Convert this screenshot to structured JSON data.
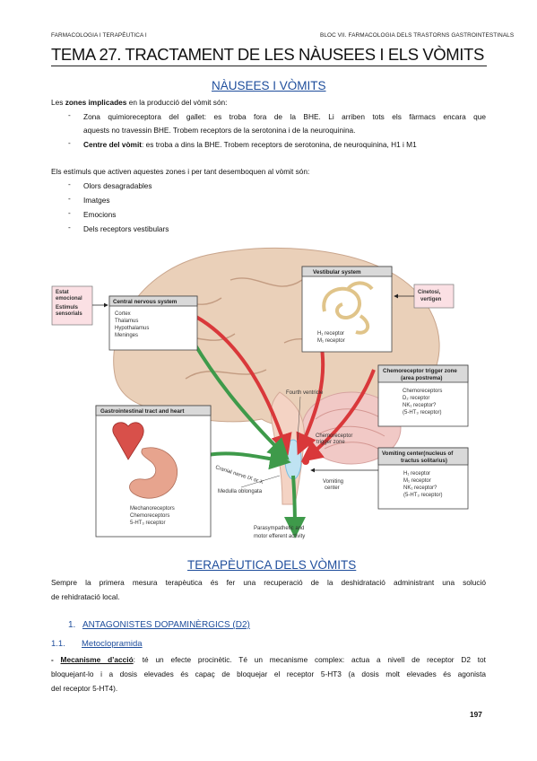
{
  "header": {
    "left": "FARMACOLOGIA I TERAPÈUTICA I",
    "right": "BLOC VII. FARMACOLOGIA DELS TRASTORNS GASTROINTESTINALS"
  },
  "title": {
    "number": "TEMA 27.",
    "text": " TRACTAMENT DE LES NÀUSEES I ELS VÒMITS"
  },
  "section1": {
    "heading": "NÀUSEES I VÒMITS",
    "intro_pre": "Les ",
    "intro_bold": "zones implicades",
    "intro_post": " en la producció del vòmit són:",
    "zone1_l1": "Zona quimioreceptora del gallet: es troba fora de la BHE. Li arriben tots els fàrmacs encara que",
    "zone1_l2": "aquests no travessin BHE. Trobem receptors de la serotonina i de la neuroquinina.",
    "zone2_bold": "Centre del vòmit",
    "zone2_rest": ": es troba a dins la BHE. Trobem receptors de serotonina, de neuroquinina, H1 i M1",
    "stimuli_intro": "Els estímuls que activen aquestes zones i per tant desemboquen al vòmit són:",
    "stimuli": [
      "Olors desagradables",
      "Imatges",
      "Emocions",
      "Dels receptors vestibulars"
    ]
  },
  "figure": {
    "estat": [
      "Estat",
      "emocional"
    ],
    "estimuls": [
      "Estímuls",
      "sensorials"
    ],
    "cns_title": "Central nervous system",
    "cns_items": [
      "Cortex",
      "Thalamus",
      "Hypothalamus",
      "Meninges"
    ],
    "vest_title": "Vestibular system",
    "vest_items": [
      "H₁ receptor",
      "M₁ receptor"
    ],
    "cinetosi": [
      "Cinetosi,",
      "vertigen"
    ],
    "fourth_ventricle": "Fourth ventricle",
    "ctz_title": [
      "Chemoreceptor trigger zone",
      "(area postrema)"
    ],
    "ctz_items": [
      "Chemoreceptors",
      "D₂ receptor",
      "NK₁ receptor?",
      "(5-HT₃ receptor)"
    ],
    "gi_title": "Gastrointestinal tract and heart",
    "gi_items": [
      "Mechanoreceptors",
      "Chemoreceptors",
      "5-HT₃ receptor"
    ],
    "ctz_label": [
      "Chemoreceptor",
      "trigger zone"
    ],
    "vc_label": [
      "Vomiting",
      "center"
    ],
    "vc_title": [
      "Vomiting center(nucleus of",
      "tractus solitarius)"
    ],
    "vc_items": [
      "H₁ receptor",
      "M₁ receptor",
      "NK₁ receptor?",
      "(5-HT₃ receptor)"
    ],
    "cranial": "Cranial nerve IX or X",
    "medulla": "Medulla oblongata",
    "efferent": [
      "Parasympathetic and",
      "motor efferent activity"
    ],
    "colors": {
      "red_arrow": "#d9383a",
      "green_arrow": "#3e9a4a",
      "brain": "#e8cbb3",
      "box_header": "#d9d9d9"
    }
  },
  "section2": {
    "heading": "TERAPÈUTICA DELS VÒMITS",
    "para_l1": "Sempre la primera mesura terapèutica és fer una recuperació de la deshidratació administrant una solució",
    "para_l2": "de rehidratació local."
  },
  "section3": {
    "num": "1.",
    "heading": "ANTAGONISTES DOPAMINÈRGICS (D2)",
    "sub_num": "1.1.",
    "sub_heading": "Metoclopramida",
    "mech_dash": "- ",
    "mech_bold": "Mecanisme d’acció",
    "mech_l1": ": té un efecte procinètic. Té un mecanisme complex:  actua a nivell de receptor D2 tot",
    "mech_l2": "bloquejant-lo i a dosis elevades és capaç de bloquejar el receptor 5-HT3 (a dosis molt elevades és agonista",
    "mech_l3": "del receptor 5-HT4)."
  },
  "page_number": "197"
}
